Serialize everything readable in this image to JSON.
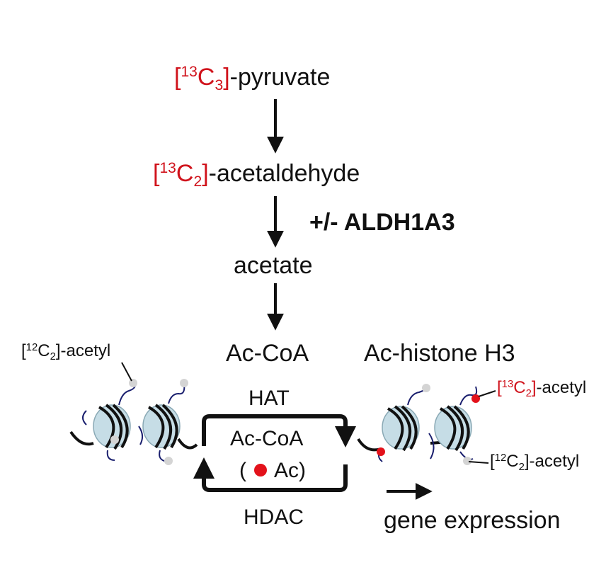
{
  "colors": {
    "label_red": "#d0121b",
    "text": "#111111",
    "nucleosome_fill": "#c6dde6",
    "histone_tail": "#1a1f6e",
    "acetyl_13c_dot": "#e3121b",
    "acetyl_12c_dot": "#d4d4d4"
  },
  "pathway": {
    "pyruvate": {
      "isotope_open": "[",
      "isotope_mass": "13",
      "isotope_element": "C",
      "isotope_count": "3",
      "isotope_close": "]",
      "name": "-pyruvate"
    },
    "acetaldehyde": {
      "isotope_open": "[",
      "isotope_mass": "13",
      "isotope_element": "C",
      "isotope_count": "2",
      "isotope_close": "]",
      "name": "-acetaldehyde"
    },
    "enzyme_label": "+/- ALDH1A3",
    "acetate": "acetate",
    "ac_coa": "Ac-CoA"
  },
  "cycle": {
    "hat": "HAT",
    "hdac": "HDAC",
    "center_line1": "Ac-CoA",
    "center_paren_open": "(",
    "center_line2": "Ac)",
    "center_dot_icon": "red-dot-icon"
  },
  "left_nucleosomes": {
    "label_open": "[",
    "label_mass": "12",
    "label_element": "C",
    "label_count": "2",
    "label_rest": "]-acetyl"
  },
  "right_nucleosomes": {
    "title": "Ac-histone H3",
    "label_13c": {
      "open": "[",
      "mass": "13",
      "element": "C",
      "count": "2",
      "close": "]",
      "rest": "-acetyl"
    },
    "label_12c": {
      "open": "[",
      "mass": "12",
      "element": "C",
      "count": "2",
      "rest": "]-acetyl"
    }
  },
  "outcome": {
    "label": "gene expression"
  }
}
